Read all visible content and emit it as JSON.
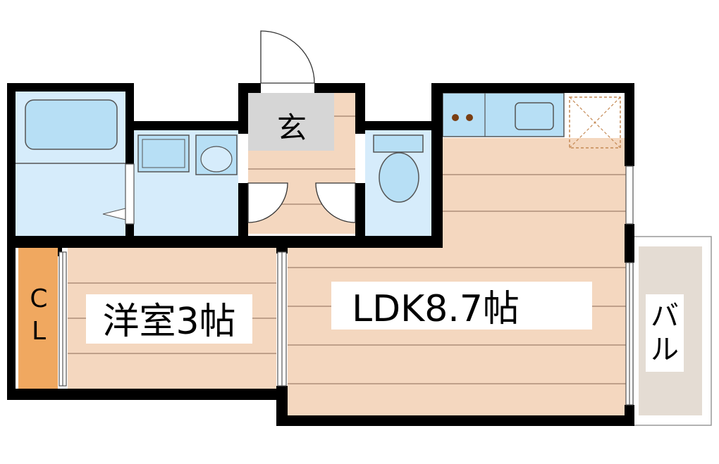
{
  "floorplan": {
    "rooms": {
      "western_room": {
        "label": "洋室3帖",
        "floor": "wood-flooring"
      },
      "ldk": {
        "label": "LDK8.7帖",
        "floor": "wood-flooring"
      },
      "entrance": {
        "label": "玄"
      },
      "closet": {
        "label_top": "C",
        "label_bottom": "L"
      },
      "balcony": {
        "label_top": "バ",
        "label_bottom": "ル"
      },
      "bathroom": {
        "fixture": "bathtub"
      },
      "washroom": {
        "fixture": "washbasin"
      },
      "toilet": {
        "fixture": "toilet"
      },
      "kitchen": {
        "fixture": "sink-and-stove"
      }
    },
    "colors": {
      "wall": "#000000",
      "wood_floor": "#F4D7BF",
      "wet_area": "#D6ECFB",
      "fixture": "#B7DFF5",
      "closet": "#F0A860",
      "entrance_tile": "#D6D6D6",
      "balcony": "#E4DCD3",
      "burner": "#7A3E12",
      "fridge_space": "#C58A55"
    }
  }
}
